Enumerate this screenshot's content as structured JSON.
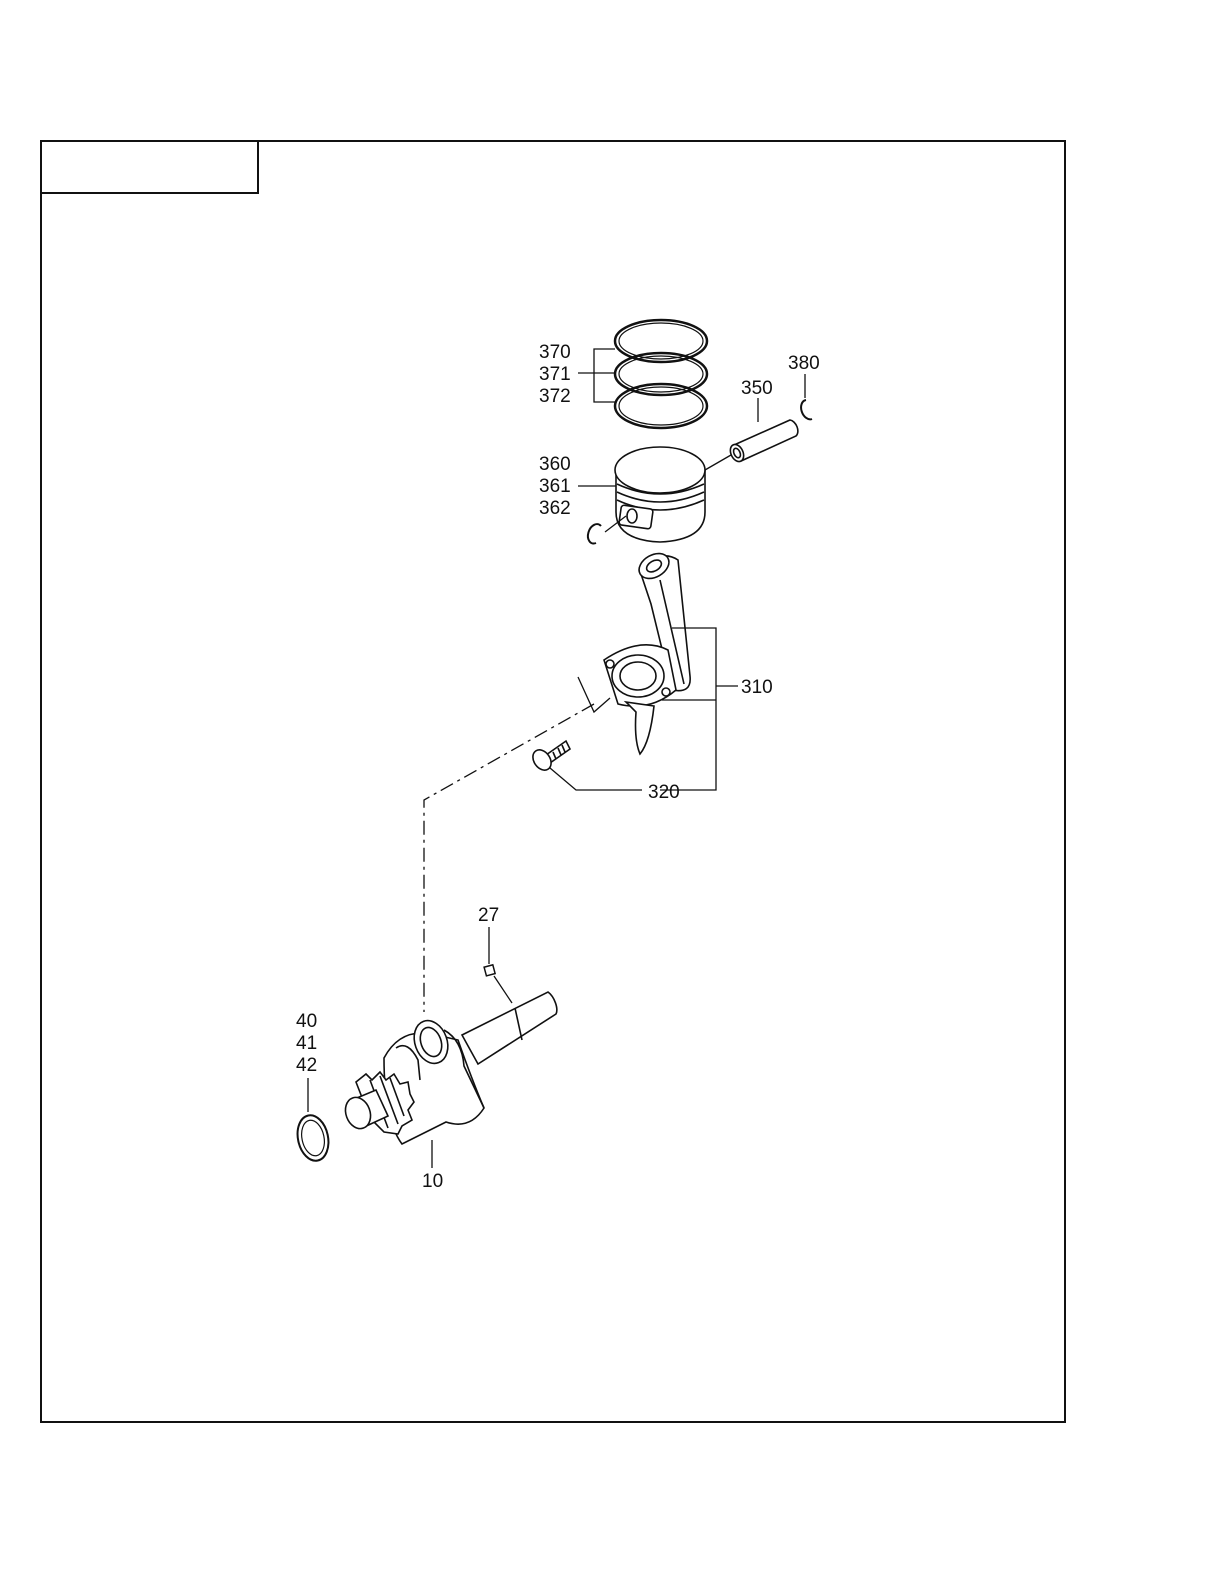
{
  "title_box": {
    "text": ""
  },
  "labels": {
    "p370": "370",
    "p371": "371",
    "p372": "372",
    "p380": "380",
    "p350": "350",
    "p360": "360",
    "p361": "361",
    "p362": "362",
    "p310": "310",
    "p320": "320",
    "p27": "27",
    "p40": "40",
    "p41": "41",
    "p42": "42",
    "p10": "10"
  },
  "parts": [
    {
      "callout": "370",
      "name": "piston-ring-top"
    },
    {
      "callout": "371",
      "name": "piston-ring-second"
    },
    {
      "callout": "372",
      "name": "piston-ring-oil"
    },
    {
      "callout": "380",
      "name": "piston-pin-clip"
    },
    {
      "callout": "350",
      "name": "piston-pin"
    },
    {
      "callout": "360",
      "name": "piston"
    },
    {
      "callout": "361",
      "name": "piston"
    },
    {
      "callout": "362",
      "name": "piston"
    },
    {
      "callout": "310",
      "name": "connecting-rod-assembly"
    },
    {
      "callout": "320",
      "name": "connecting-rod-bolt"
    },
    {
      "callout": "27",
      "name": "crankshaft-key"
    },
    {
      "callout": "40",
      "name": "crankshaft-shim"
    },
    {
      "callout": "41",
      "name": "crankshaft-shim"
    },
    {
      "callout": "42",
      "name": "crankshaft-shim"
    },
    {
      "callout": "10",
      "name": "crankshaft"
    }
  ]
}
